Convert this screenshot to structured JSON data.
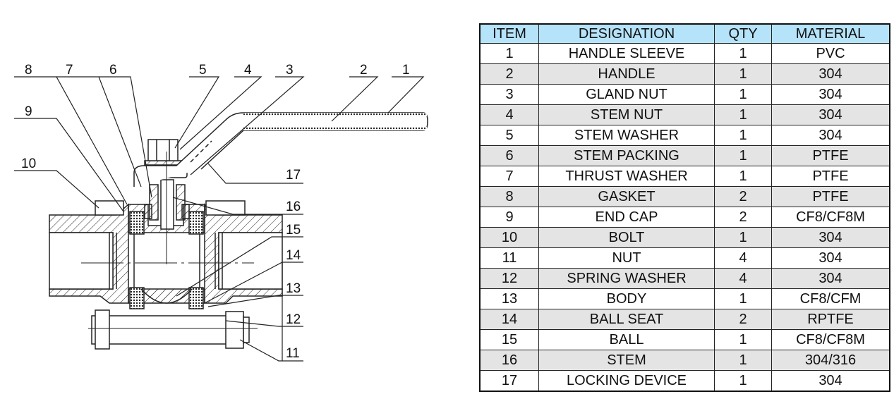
{
  "diagram": {
    "callouts": [
      "1",
      "2",
      "3",
      "4",
      "5",
      "6",
      "7",
      "8",
      "9",
      "10",
      "11",
      "12",
      "13",
      "14",
      "15",
      "16",
      "17"
    ]
  },
  "table": {
    "headers": [
      "ITEM",
      "DESIGNATION",
      "QTY",
      "MATERIAL"
    ],
    "rows": [
      [
        "1",
        "HANDLE SLEEVE",
        "1",
        "PVC"
      ],
      [
        "2",
        "HANDLE",
        "1",
        "304"
      ],
      [
        "3",
        "GLAND NUT",
        "1",
        "304"
      ],
      [
        "4",
        "STEM NUT",
        "1",
        "304"
      ],
      [
        "5",
        "STEM WASHER",
        "1",
        "304"
      ],
      [
        "6",
        "STEM PACKING",
        "1",
        "PTFE"
      ],
      [
        "7",
        "THRUST WASHER",
        "1",
        "PTFE"
      ],
      [
        "8",
        "GASKET",
        "2",
        "PTFE"
      ],
      [
        "9",
        "END CAP",
        "2",
        "CF8/CF8M"
      ],
      [
        "10",
        "BOLT",
        "1",
        "304"
      ],
      [
        "11",
        "NUT",
        "4",
        "304"
      ],
      [
        "12",
        "SPRING WASHER",
        "4",
        "304"
      ],
      [
        "13",
        "BODY",
        "1",
        "CF8/CFM"
      ],
      [
        "14",
        "BALL SEAT",
        "2",
        "RPTFE"
      ],
      [
        "15",
        "BALL",
        "1",
        "CF8/CF8M"
      ],
      [
        "16",
        "STEM",
        "1",
        "304/316"
      ],
      [
        "17",
        "LOCKING DEVICE",
        "1",
        "304"
      ]
    ]
  },
  "colors": {
    "header_bg": "#b5e3fa",
    "alt_row_bg": "#e4e4e4"
  }
}
